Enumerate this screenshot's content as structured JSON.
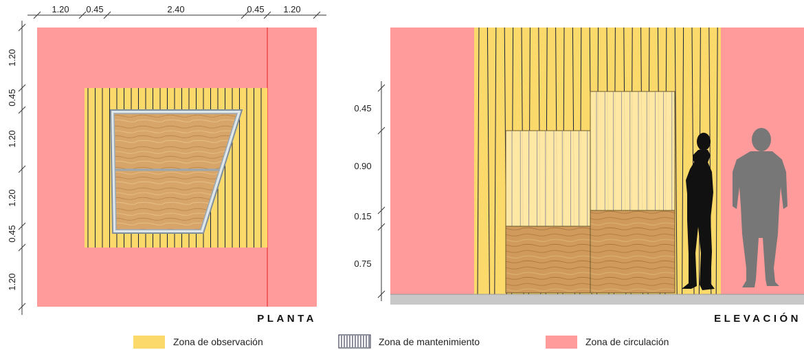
{
  "colors": {
    "observacion": "#FCD96B",
    "mantenimiento_lines": "#1d1f3a",
    "circulacion": "#FF9B9B",
    "wood_light": "#d9a86b",
    "wood_dark": "#b98447",
    "floor": "#c8c8c8",
    "frame": "#8a9aa6",
    "red_line": "#e02020"
  },
  "plan": {
    "title": "PLANTA",
    "top_dims": [
      "1.20",
      "0.45",
      "2.40",
      "0.45",
      "1.20"
    ],
    "left_dims": [
      "1.20",
      "0.45",
      "1.20",
      "1.20",
      "0.45",
      "1.20"
    ]
  },
  "elevation": {
    "title": "ELEVACIÓN",
    "left_dims": [
      "0.45",
      "0.90",
      "0.15",
      "0.75"
    ]
  },
  "legend": {
    "observacion": "Zona de observación",
    "mantenimiento": "Zona de mantenimiento",
    "circulacion": "Zona de circulación"
  },
  "icons": {
    "person_silhouette_black": "person-talking-phone-icon",
    "person_silhouette_gray": "person-standing-icon"
  }
}
